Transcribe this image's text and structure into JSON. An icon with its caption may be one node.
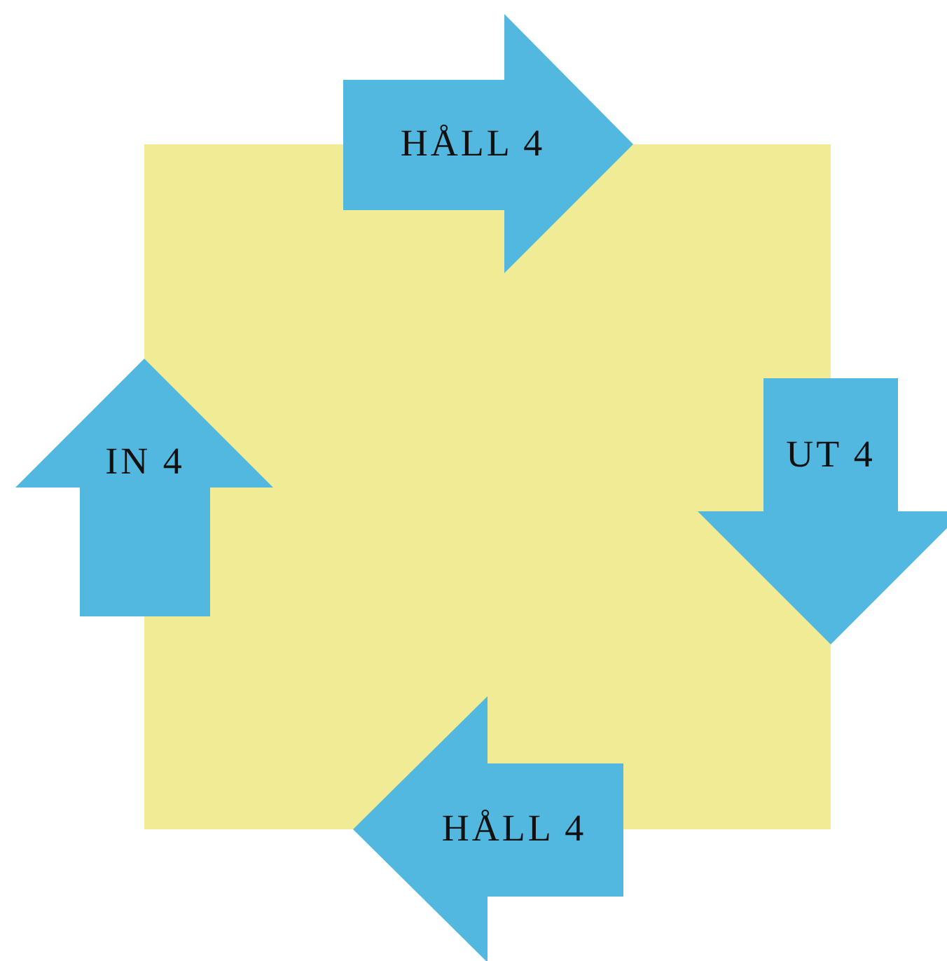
{
  "diagram": {
    "nodes": [
      {
        "text": [
          "HÅLL 4"
        ]
      },
      {
        "text": [
          "UT 4"
        ]
      },
      {
        "text": [
          "HÅLL 4"
        ]
      },
      {
        "text": [
          "IN 4"
        ]
      }
    ]
  }
}
